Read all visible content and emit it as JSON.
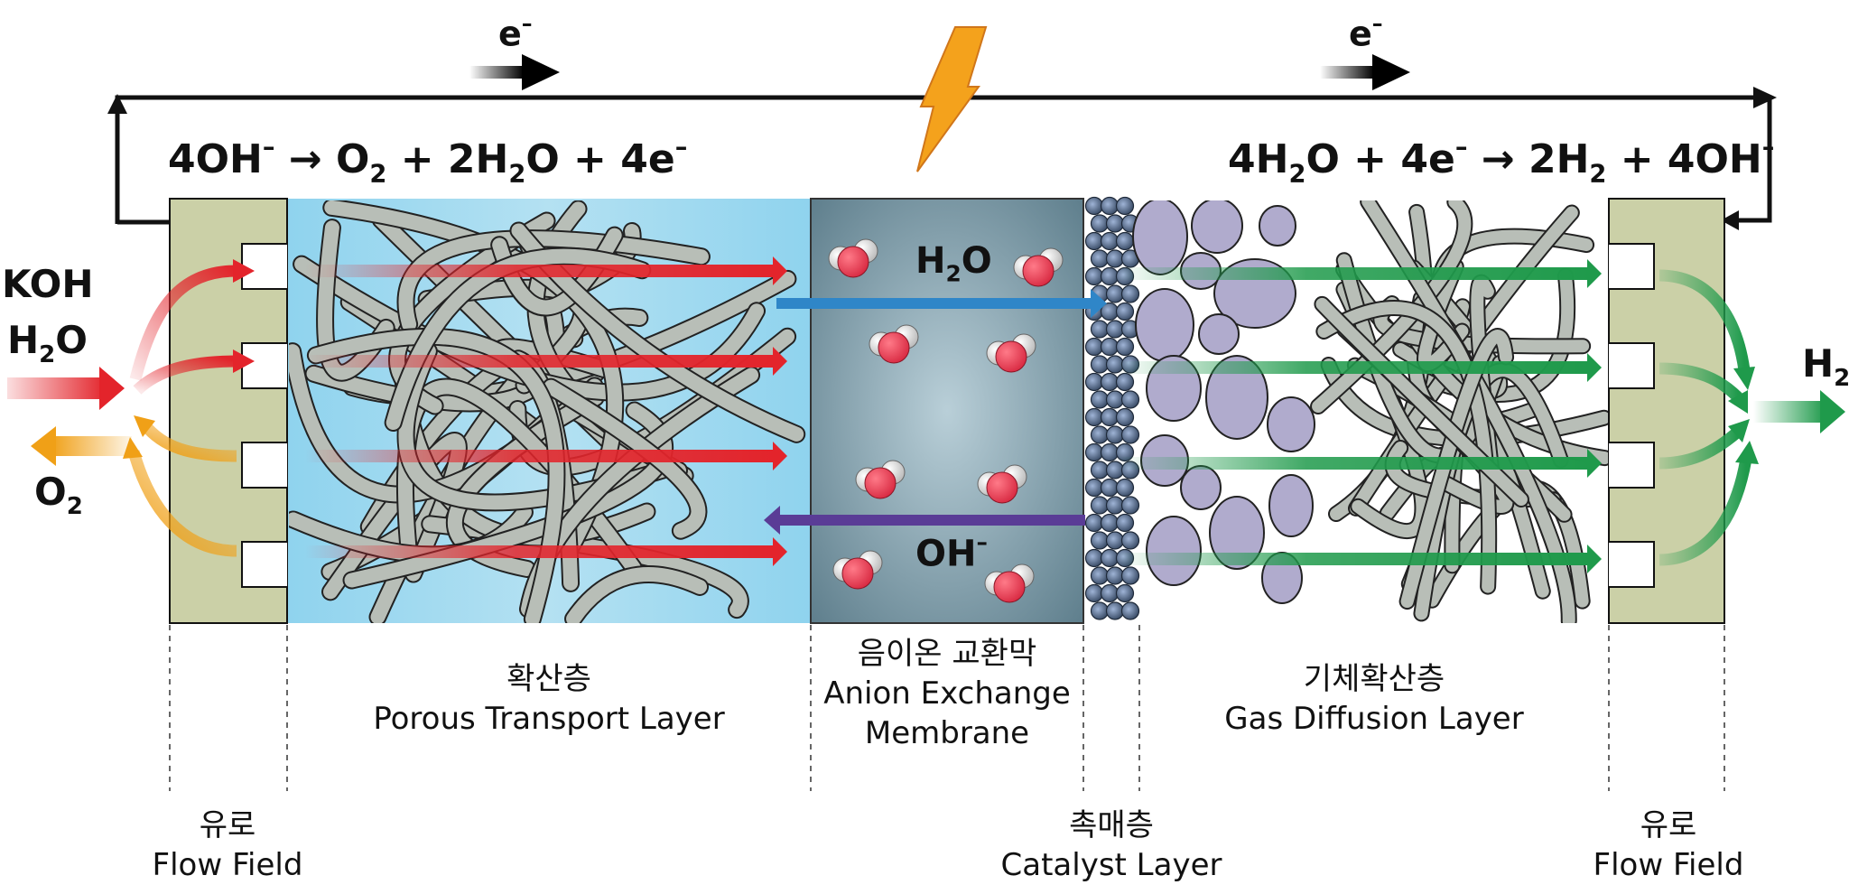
{
  "left_inputs": {
    "koh": "KOH",
    "h2o_prefix": "H",
    "h2o_sub": "2",
    "h2o_suffix": "O",
    "o2_prefix": "O",
    "o2_sub": "2"
  },
  "right_output": {
    "h2_prefix": "H",
    "h2_sub": "2"
  },
  "electron": {
    "base": "e",
    "sup": "–"
  },
  "anode_equation": {
    "p1": "4OH",
    "p1_sup": "–",
    "p2": " → O",
    "p2_sub": "2",
    "p3": " + 2H",
    "p3_sub": "2",
    "p4": "O + 4e",
    "p4_sup": "–"
  },
  "cathode_equation": {
    "p1": "4H",
    "p1_sub": "2",
    "p2": "O + 4e",
    "p2_sup": "–",
    "p3": " → 2H",
    "p3_sub": "2",
    "p4": " + 4OH",
    "p4_sup": "–"
  },
  "membrane_labels": {
    "h2o_prefix": "H",
    "h2o_sub": "2",
    "h2o_suffix": "O",
    "oh": "OH",
    "oh_sup": "–"
  },
  "layers": {
    "flow_field_left": {
      "ko": "유로",
      "en": "Flow Field"
    },
    "ptl": {
      "ko": "확산층",
      "en": "Porous Transport Layer"
    },
    "aem": {
      "ko": "음이온 교환막",
      "en1": "Anion Exchange",
      "en2": "Membrane"
    },
    "catalyst": {
      "ko": "촉매층",
      "en": "Catalyst Layer"
    },
    "gdl": {
      "ko": "기체확산층",
      "en": "Gas Diffusion Layer"
    },
    "flow_field_right": {
      "ko": "유로",
      "en": "Flow Field"
    }
  },
  "colors": {
    "flow_plate": "#cbd0a7",
    "ptl_bg": "#9fd8ef",
    "membrane": "#6f8e9c",
    "fiber": "#b8beb7",
    "particle": "#b0abcd",
    "red_arrow": "#e3242b",
    "green_arrow": "#1f9a4b",
    "orange_arrow": "#f0a017",
    "blue_arrow": "#2f86c8",
    "purple_arrow": "#5a3c96",
    "bolt": "#f4a21c",
    "oxygen": "#e0394f",
    "hydrogen": "#d8d8d8"
  },
  "icons": [
    "lightning-bolt-icon",
    "water-molecule-icon",
    "electron-arrow-icon"
  ]
}
